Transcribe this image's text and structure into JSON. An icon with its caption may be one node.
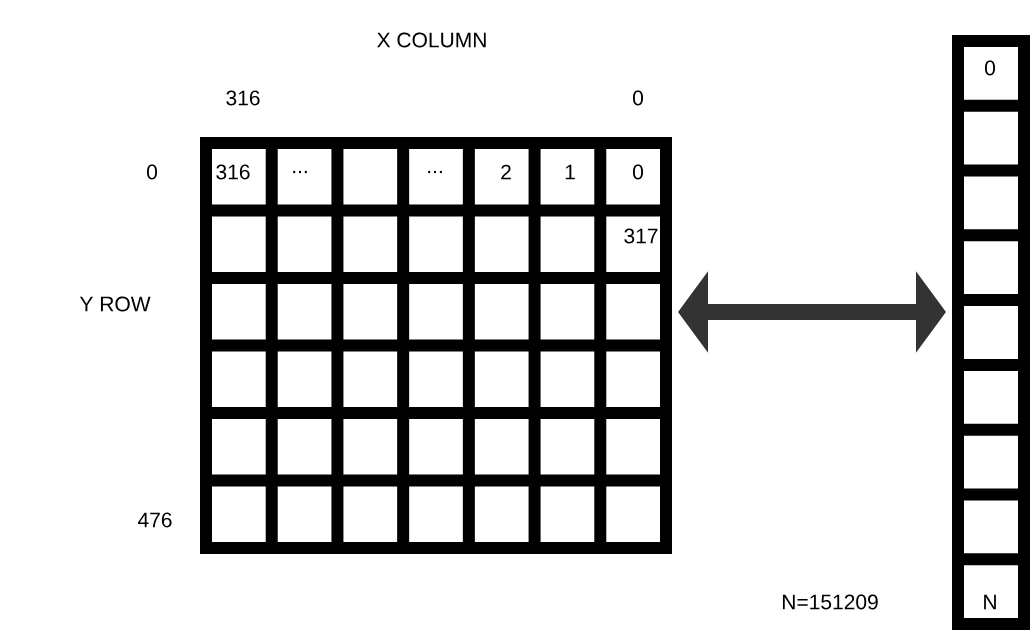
{
  "diagram": {
    "nodes": [
      {
        "text": [],
        "shape": "box"
      },
      {
        "text": [],
        "shape": "box"
      }
    ],
    "edges": [
      {
        "from": 0,
        "to": 1,
        "arrow": "both"
      }
    ],
    "labels": [
      "X COLUMN",
      "316",
      "0",
      "0",
      "316",
      "...",
      "...",
      "2",
      "1",
      "0",
      "317",
      "Y ROW",
      "476",
      "0",
      "N=151209",
      "N"
    ]
  }
}
